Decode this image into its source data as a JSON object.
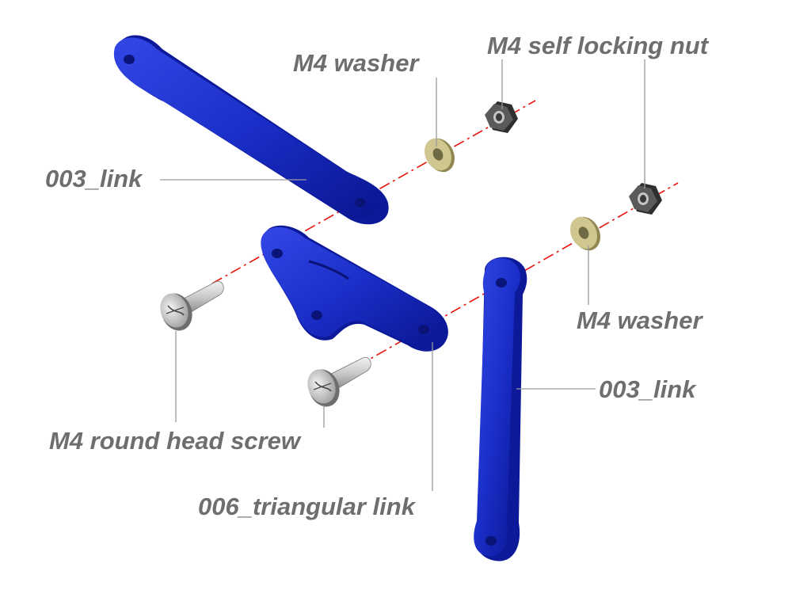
{
  "labels": {
    "m4_washer_top": "M4 washer",
    "m4_nut_top": "M4 self locking nut",
    "link_top": "003_link",
    "m4_washer_right": "M4 washer",
    "link_right": "003_link",
    "screw": "M4 round head screw",
    "triangular_link": "006_triangular link"
  },
  "colors": {
    "part_blue": "#1a2ec8",
    "label_gray": "#6e6e6e",
    "axis_red": "#e8120c",
    "washer": "#c9c18a",
    "nut": "#4a4a4a"
  }
}
